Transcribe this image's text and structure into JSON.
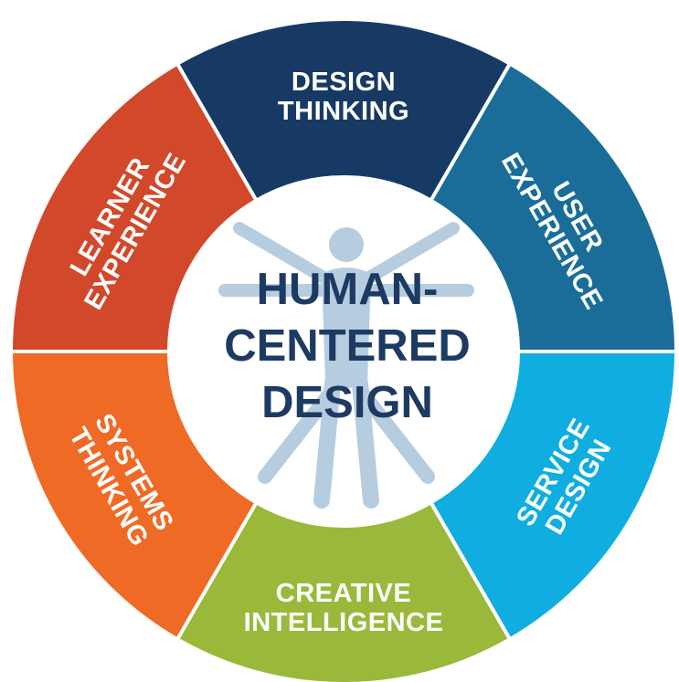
{
  "diagram": {
    "center_title_lines": [
      "HUMAN-",
      "CENTERED",
      "DESIGN"
    ],
    "center_icon": "vitruvian-man-icon",
    "segments": [
      {
        "lines": [
          "DESIGN",
          "THINKING"
        ],
        "color": "#173a64"
      },
      {
        "lines": [
          "USER",
          "EXPERIENCE"
        ],
        "color": "#1a6d99"
      },
      {
        "lines": [
          "SERVICE",
          "DESIGN"
        ],
        "color": "#10aee0"
      },
      {
        "lines": [
          "CREATIVE",
          "INTELLIGENCE"
        ],
        "color": "#9ab93b"
      },
      {
        "lines": [
          "SYSTEMS",
          "THINKING"
        ],
        "color": "#ef6a24"
      },
      {
        "lines": [
          "LEARNER",
          "EXPERIENCE"
        ],
        "color": "#d2482a"
      }
    ]
  }
}
